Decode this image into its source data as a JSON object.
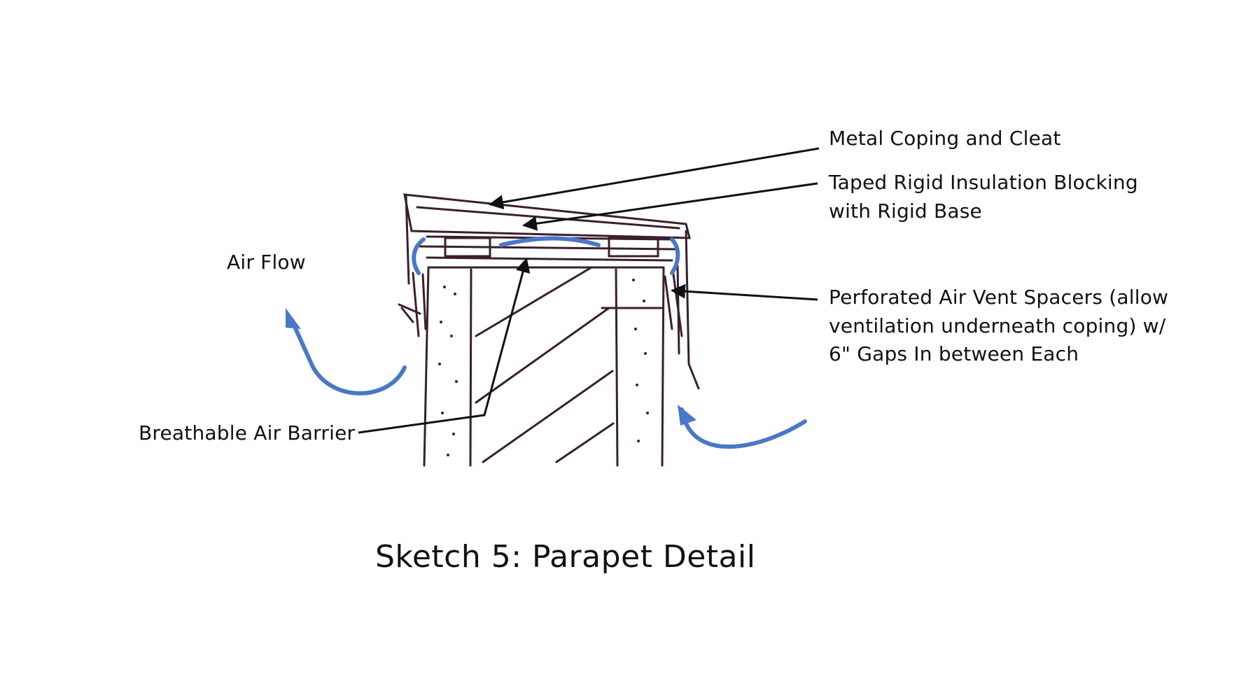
{
  "labels": {
    "metal_coping": "Metal Coping and Cleat",
    "taped_insulation_line1": "Taped Rigid Insulation Blocking",
    "taped_insulation_line2": "with Rigid Base",
    "air_flow": "Air Flow",
    "vent_spacers_line1": "Perforated Air Vent Spacers (allow",
    "vent_spacers_line2": "ventilation underneath coping) w/",
    "vent_spacers_line3": "6\" Gaps In between Each",
    "air_barrier": "Breathable Air Barrier"
  },
  "caption": "Sketch 5: Parapet Detail",
  "colors": {
    "sketch_ink": "#3a1f2e",
    "leader_ink": "#111111",
    "airflow_arrow": "#4a78c8",
    "text": "#111111"
  }
}
